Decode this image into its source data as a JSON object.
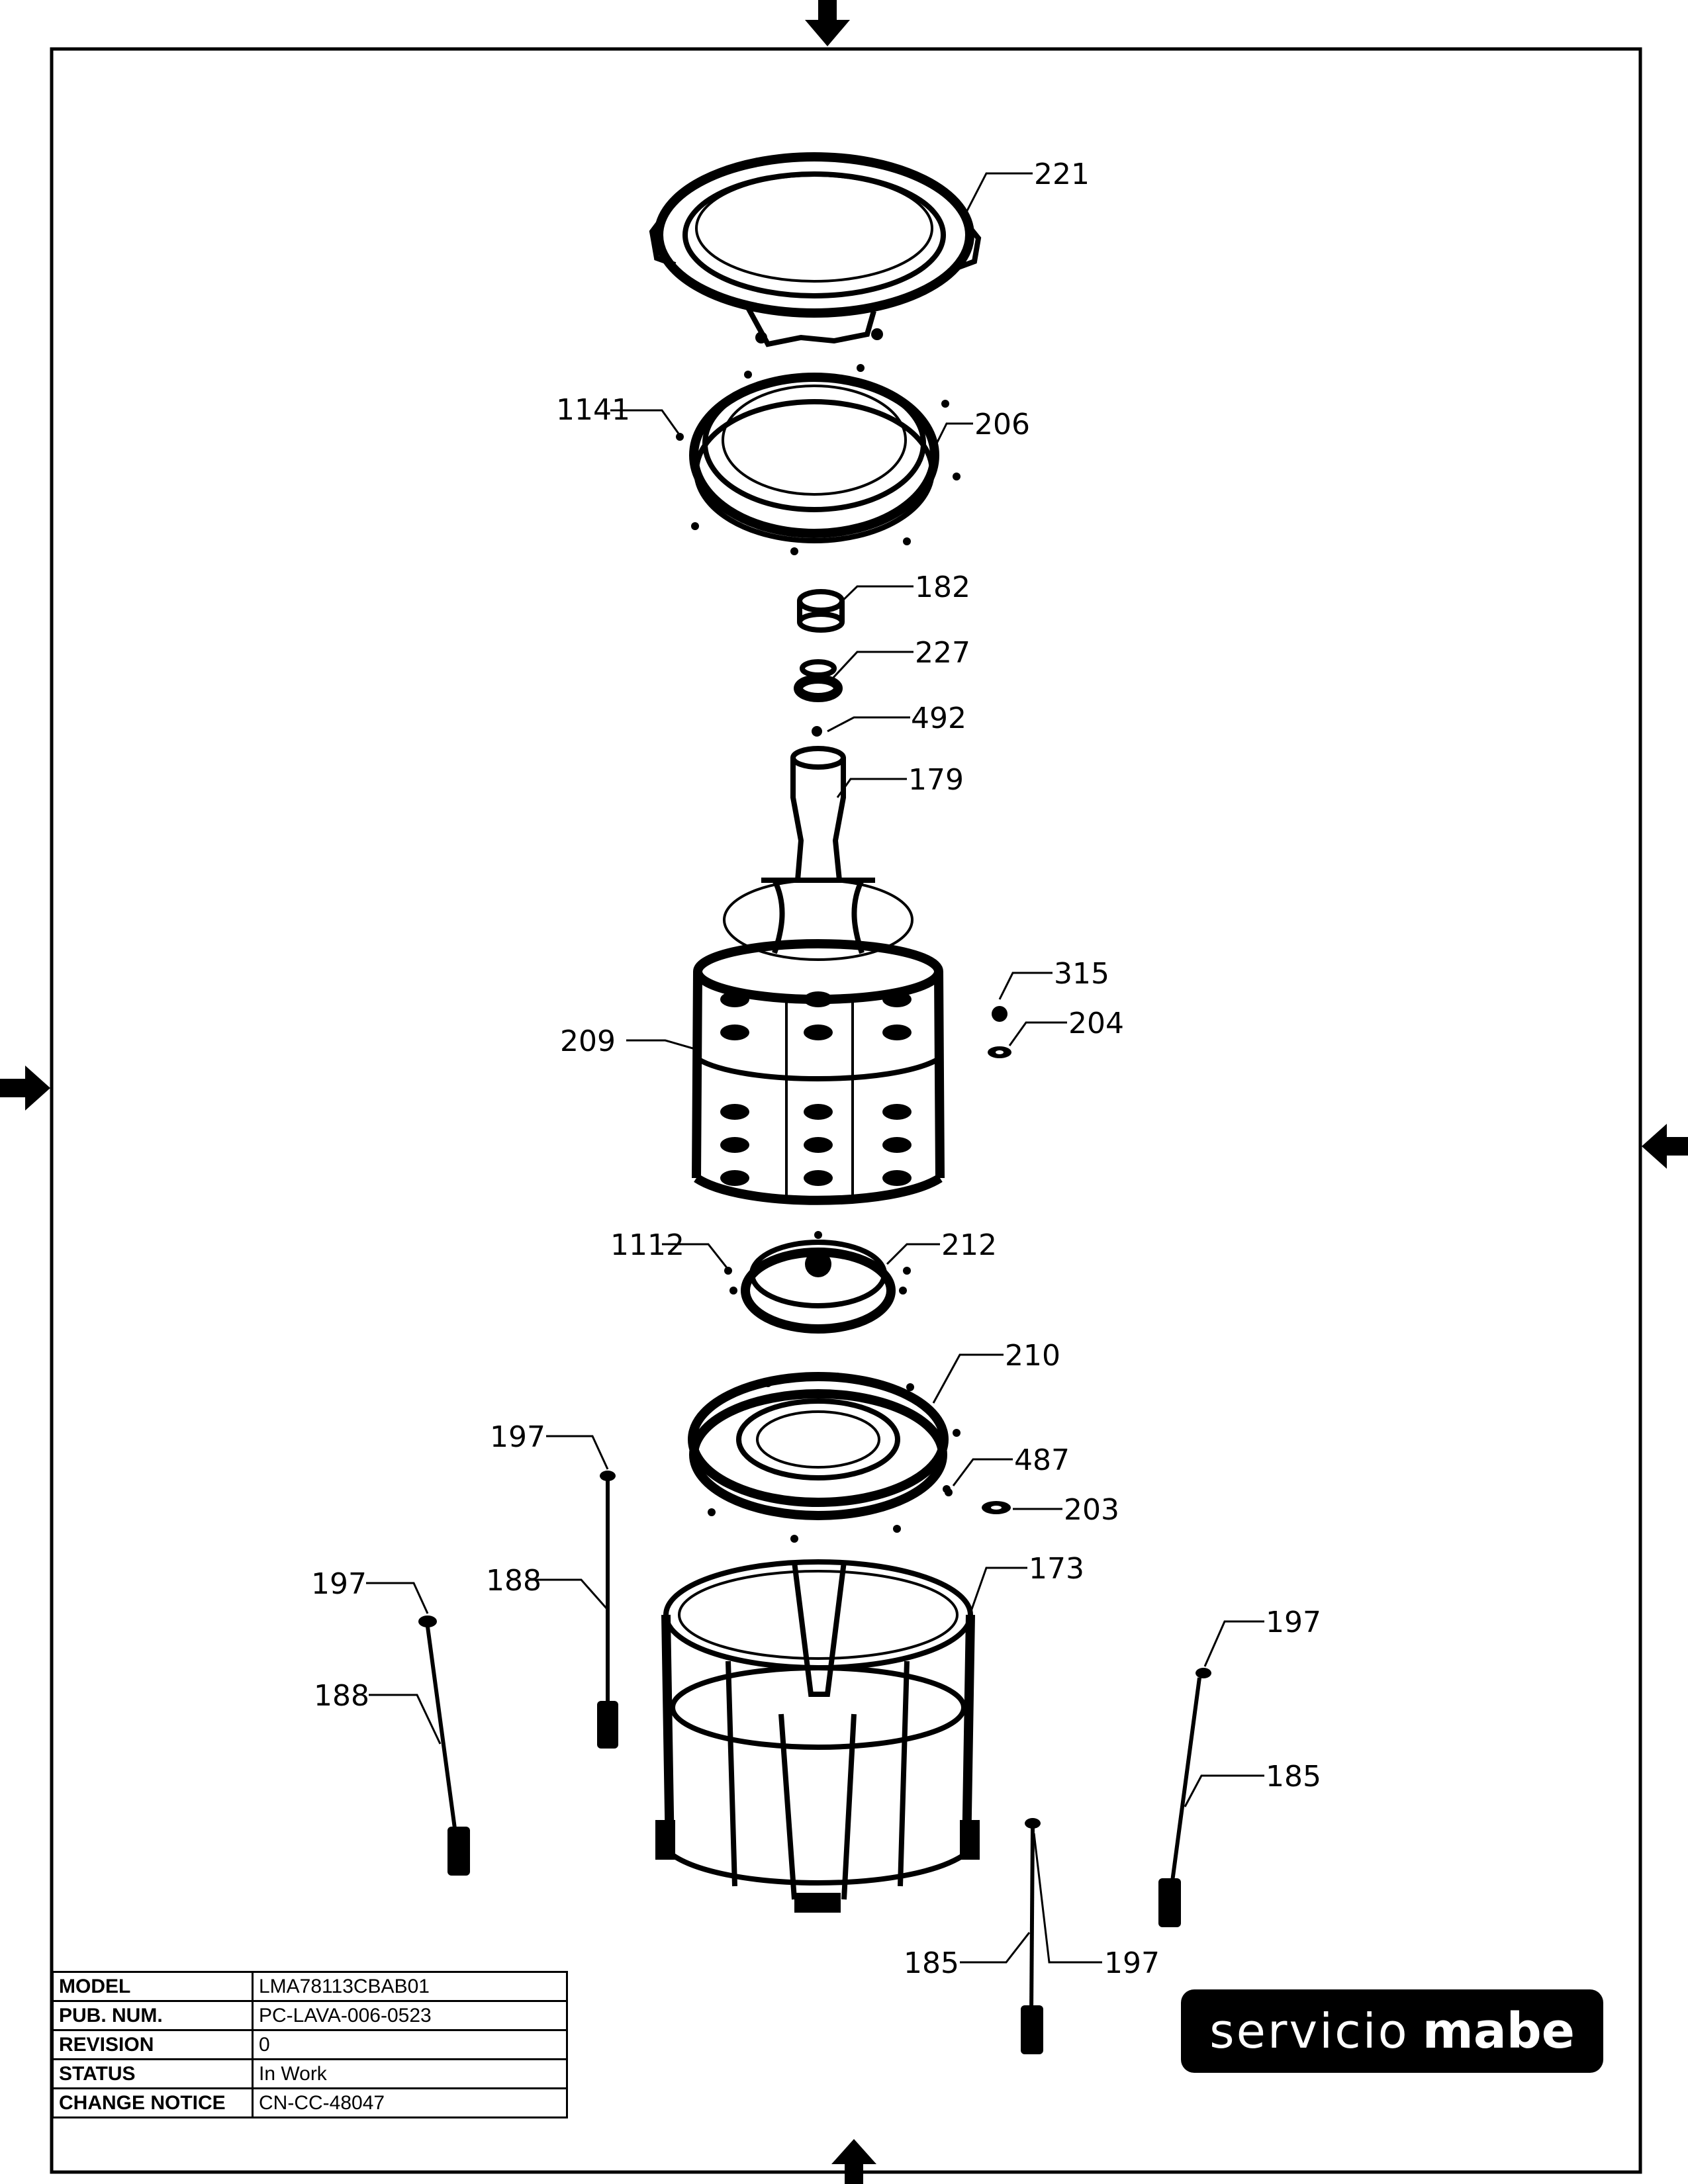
{
  "callouts": {
    "p221": "221",
    "p1141": "1141",
    "p206": "206",
    "p182": "182",
    "p227": "227",
    "p492": "492",
    "p179": "179",
    "p315": "315",
    "p204": "204",
    "p209": "209",
    "p1112": "1112",
    "p212": "212",
    "p210": "210",
    "p197a": "197",
    "p487": "487",
    "p203": "203",
    "p197b": "197",
    "p188a": "188",
    "p173": "173",
    "p197c": "197",
    "p188b": "188",
    "p185a": "185",
    "p185b": "185",
    "p197d": "197"
  },
  "title_block": {
    "rows": [
      {
        "key": "MODEL",
        "value": "LMA78113CBAB01"
      },
      {
        "key": "PUB. NUM.",
        "value": "PC-LAVA-006-0523"
      },
      {
        "key": "REVISION",
        "value": "0"
      },
      {
        "key": "STATUS",
        "value": "In Work"
      },
      {
        "key": "CHANGE NOTICE",
        "value": "CN-CC-48047"
      }
    ]
  },
  "brand": {
    "light": "servicio",
    "bold": "mabe"
  },
  "colors": {
    "ink": "#000000",
    "paper": "#ffffff"
  }
}
